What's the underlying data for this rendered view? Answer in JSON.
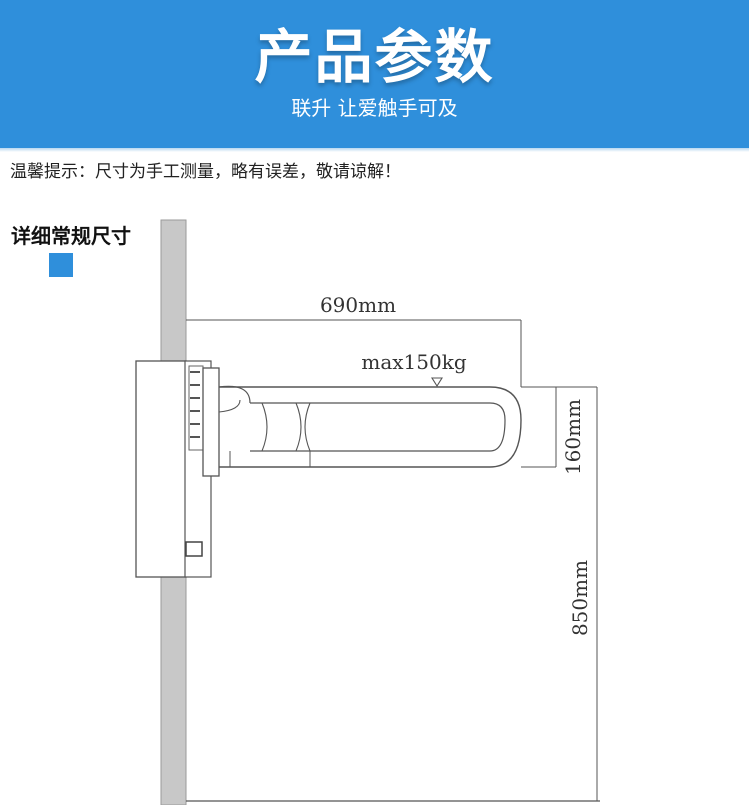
{
  "header": {
    "title": "产品参数",
    "subtitle": "联升 让爱触手可及",
    "background": "#2f8fdb"
  },
  "tip": "温馨提示：尺寸为手工测量，略有误差，敬请谅解！",
  "section": {
    "title": "详细常规尺寸",
    "marker_color": "#2f8fdb"
  },
  "diagram": {
    "width_label": "690mm",
    "load_label": "max150kg",
    "bar_height_label": "160mm",
    "mount_height_label": "850mm"
  }
}
